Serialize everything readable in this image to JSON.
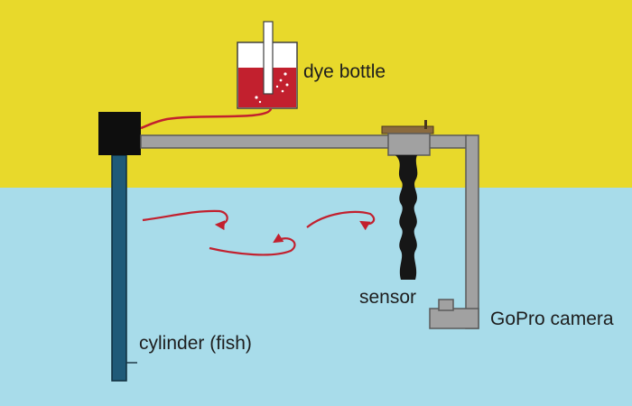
{
  "labels": {
    "dye_bottle": "dye bottle",
    "sensor": "sensor",
    "gopro": "GoPro camera",
    "cylinder": "cylinder (fish)"
  },
  "colors": {
    "air": "#e8d92b",
    "water": "#a8dcea",
    "dye": "#c2202e",
    "cylinder": "#1f5a78",
    "frame": "#a1a1a1",
    "frame_edge": "#5a5a5a",
    "sensor": "#161616",
    "mount": "#8a6a3e"
  }
}
